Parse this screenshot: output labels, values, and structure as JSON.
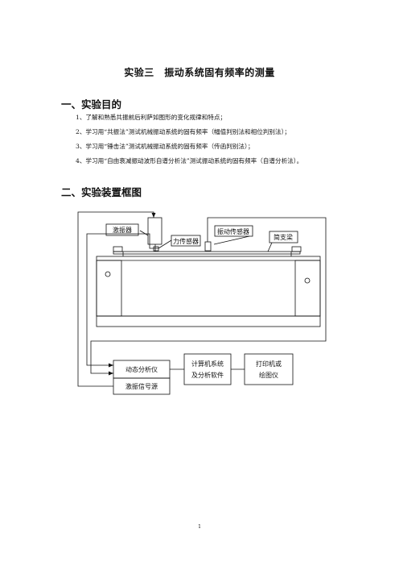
{
  "title": "实验三　振动系统固有频率的测量",
  "sections": [
    {
      "heading": "一、实验目的",
      "items": [
        "1、了解和熟悉共振前后利萨如图形的变化规律和特点；",
        "2、学习用“共振法”测试机械振动系统的固有频率（幅值判别法和相位判别法）；",
        "3、学习用“锤击法”测试机械振动系统的固有频率（传函判别法）；",
        "4、学习用“自由衰减振动波形自谱分析法”测试振动系统的固有频率（自谱分析法）。"
      ]
    },
    {
      "heading": "二、实验装置框图"
    }
  ],
  "diagram": {
    "exciter": "激振器",
    "force_sensor": "力传感器",
    "vibration_sensor": "振动传感器",
    "beam": "简支梁",
    "analyzer": "动态分析仪",
    "signal_source": "激振信号源",
    "computer_line1": "计算机系统",
    "computer_line2": "及分析软件",
    "printer_line1": "打印机或",
    "printer_line2": "绘图仪"
  },
  "page_number": "1"
}
